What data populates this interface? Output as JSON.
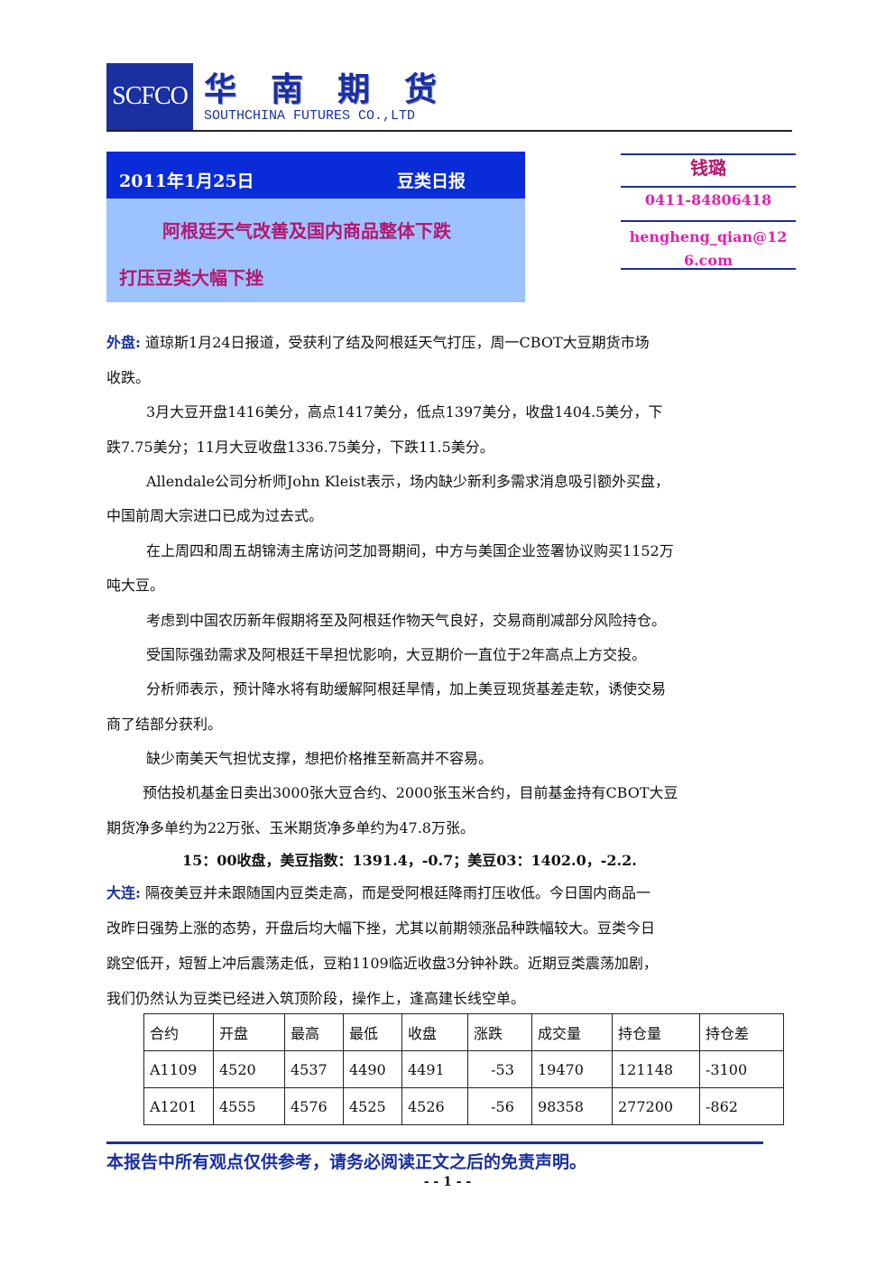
{
  "header": {
    "logo_text": "SCFCO",
    "company_cn": "华南期货",
    "company_en": "SOUTHCHINA FUTURES CO.,LTD"
  },
  "report": {
    "date": "2011年1月25日",
    "type": "豆类日报",
    "headline_line1": "阿根廷天气改善及国内商品整体下跌",
    "headline_line2": "打压豆类大幅下挫"
  },
  "analyst": {
    "name": "钱璐",
    "phone": "0411-84806418",
    "email_line1": "hengheng_qian@12",
    "email_line2": "6.com"
  },
  "body": {
    "p1_label": "外盘:",
    "p1_l1": "道琼斯1月24日报道，受获利了结及阿根廷天气打压，周一CBOT大豆期货市场",
    "p1_l2": "收跌。",
    "p2_l1": "3月大豆开盘1416美分，高点1417美分，低点1397美分，收盘1404.5美分，下",
    "p2_l2": "跌7.75美分；11月大豆收盘1336.75美分，下跌11.5美分。",
    "p3_l1": "Allendale公司分析师John Kleist表示，场内缺少新利多需求消息吸引额外买盘，",
    "p3_l2": "中国前周大宗进口已成为过去式。",
    "p4_l1": "在上周四和周五胡锦涛主席访问芝加哥期间，中方与美国企业签署协议购买1152万",
    "p4_l2": "吨大豆。",
    "p5_l1": "考虑到中国农历新年假期将至及阿根廷作物天气良好，交易商削减部分风险持仓。",
    "p6_l1": "受国际强劲需求及阿根廷干旱担忧影响，大豆期价一直位于2年高点上方交投。",
    "p7_l1": "分析师表示，预计降水将有助缓解阿根廷旱情，加上美豆现货基差走软，诱使交易",
    "p7_l2": "商了结部分获利。",
    "p8_l1": "缺少南美天气担忧支撑，想把价格推至新高并不容易。",
    "p9_l1": "预估投机基金日卖出3000张大豆合约、2000张玉米合约，目前基金持有CBOT大豆",
    "p9_l2": "期货净多单约为22万张、玉米期货净多单约为47.8万张。",
    "close_line": "15：00收盘，美豆指数：1391.4，-0.7；美豆03：1402.0，-2.2.",
    "p10_label": "大连:",
    "p10_l1": "隔夜美豆并未跟随国内豆类走高，而是受阿根廷降雨打压收低。今日国内商品一",
    "p10_l2": "改昨日强势上涨的态势，开盘后均大幅下挫，尤其以前期领涨品种跌幅较大。豆类今日",
    "p10_l3": "跳空低开，短暂上冲后震荡走低，豆粕1109临近收盘3分钟补跌。近期豆类震荡加剧，",
    "p10_l4": "我们仍然认为豆类已经进入筑顶阶段，操作上，逢高建长线空单。"
  },
  "table": {
    "headers": [
      "合约",
      "开盘",
      "最高",
      "最低",
      "收盘",
      "涨跌",
      "成交量",
      "持仓量",
      "持仓差"
    ],
    "rows": [
      [
        "A1109",
        "4520",
        "4537",
        "4490",
        "4491",
        "-53",
        "19470",
        "121148",
        "-3100"
      ],
      [
        "A1201",
        "4555",
        "4576",
        "4525",
        "4526",
        "-56",
        "98358",
        "277200",
        "-862"
      ]
    ]
  },
  "footer": {
    "disclaimer": "本报告中所有观点仅供参考，请务必阅读正文之后的免责声明。",
    "page_number": "- - 1 - -"
  }
}
